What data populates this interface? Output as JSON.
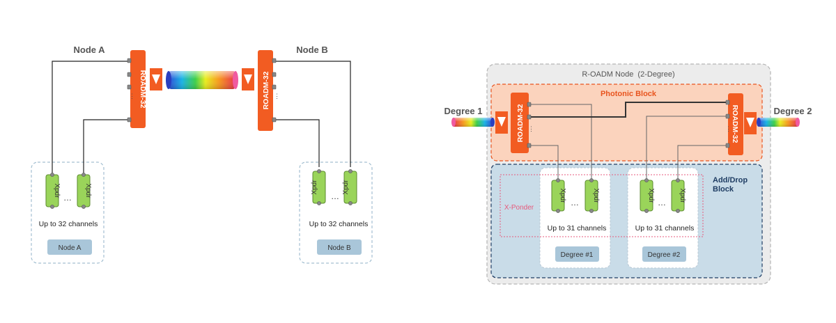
{
  "left": {
    "node_a_title": "Node A",
    "node_b_title": "Node B",
    "roadm_a_label": "ROADM-32",
    "roadm_b_label": "ROADM-32",
    "xpdr_label": "Xpdr",
    "ellipsis": "…",
    "channels_a": "Up to 32 channels",
    "channels_b": "Up to 32 channels",
    "box_a_label": "Node A",
    "box_b_label": "Node B"
  },
  "right": {
    "title": "R-OADM Node  (2-Degree)",
    "photonic_label": "Photonic Block",
    "adddrop_label_1": "Add/Drop",
    "adddrop_label_2": "Block",
    "degree1": "Degree 1",
    "degree2": "Degree 2",
    "roadm_label": "ROADM-32",
    "xponder_label": "X-Ponder",
    "xpdr_label": "Xpdr",
    "ellipsis": "…",
    "channels_1": "Up to 31 channels",
    "channels_2": "Up to 31 channels",
    "deg1_box": "Degree #1",
    "deg2_box": "Degree #2"
  },
  "colors": {
    "roadm": "#f25c22",
    "xpdr": "#9ad45a",
    "photonic_fill": "#fbd3bd",
    "photonic_border": "#e8541e",
    "adddrop_fill": "#c9dce8",
    "adddrop_border": "#1f3d63",
    "node_box_fill": "#a9c6d9",
    "xponder_border": "#e75a7c",
    "photonic_text": "#e8541e",
    "adddrop_text": "#1f3d63",
    "xponder_text": "#e75a7c"
  }
}
